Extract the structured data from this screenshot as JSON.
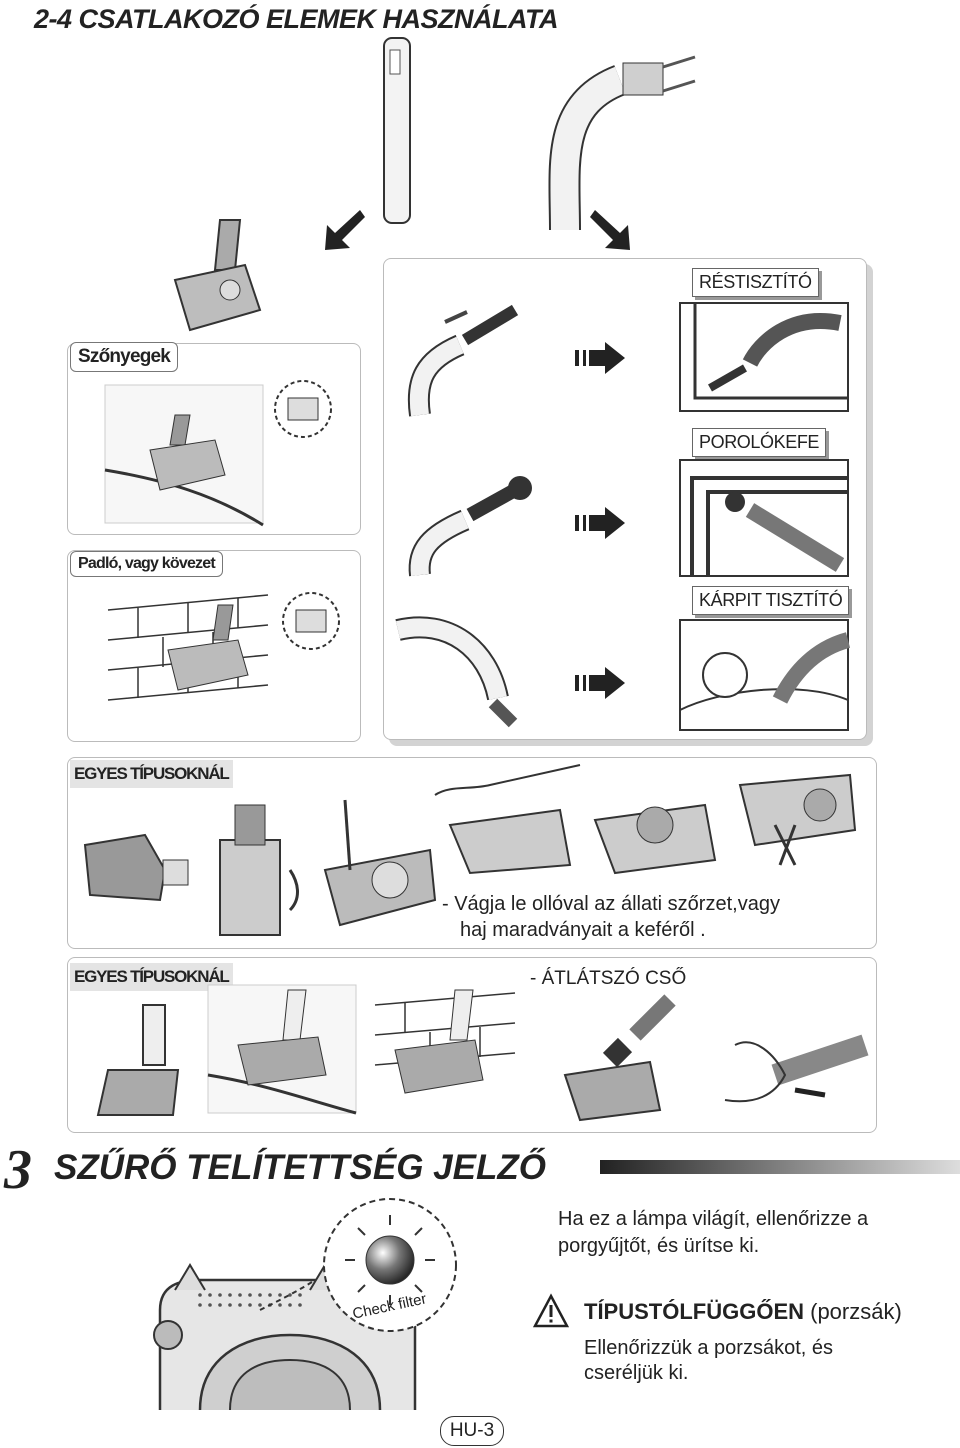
{
  "page_title": "2-4 CSATLAKOZÓ ELEMEK HASZNÁLATA",
  "labels": {
    "carpets": "Szőnyegek",
    "floor": "Padló, vagy kövezet",
    "crevice": "RÉSTISZTÍTÓ",
    "dusting_brush": "POROLÓKEFE",
    "upholstery": "KÁRPIT TISZTÍTÓ",
    "some_models_1": "EGYES TÍPUSOKNÁL",
    "some_models_2": "EGYES TÍPUSOKNÁL",
    "transparent_pipe": "- ÁTLÁTSZÓ CSŐ"
  },
  "notes": {
    "cut_line1": "- Vágja le ollóval az állati szőrzet,vagy",
    "cut_line2": "haj maradványait a keféről ."
  },
  "section": {
    "number": "3",
    "title": "SZŰRŐ TELÍTETTSÉG JELZŐ",
    "indicator_line1": "Ha ez a lámpa világít, ellenőrizze a",
    "indicator_line2": "porgyűjtőt, és ürítse ki.",
    "lamp_label": "Check filter",
    "warning_title": "TÍPUSTÓLFÜGGŐEN",
    "warning_title_suffix": " (porzsák)",
    "warning_line1": "Ellenőrizzük a porzsákot, és",
    "warning_line2": "cseréljük ki."
  },
  "footer": {
    "page_number": "HU-3"
  },
  "icons": [
    "arrow-down-left-icon",
    "arrow-down-right-icon",
    "arrow-right-icon",
    "warning-triangle-icon",
    "lamp-icon"
  ]
}
